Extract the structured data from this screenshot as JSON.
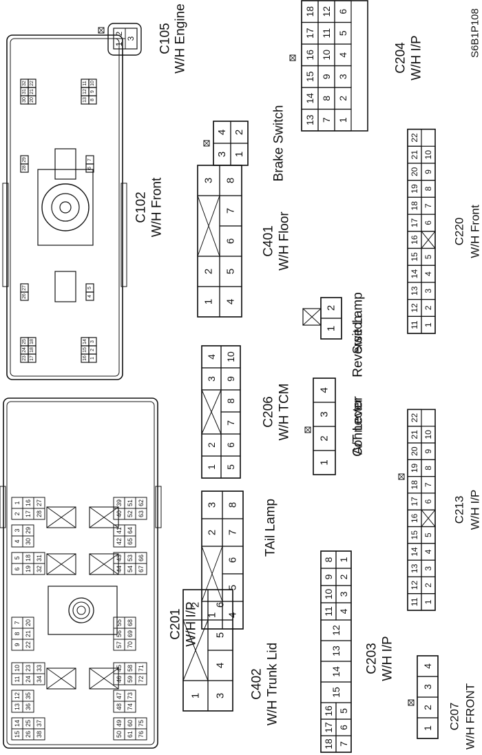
{
  "figure_code": "S6B1P108",
  "connectors": [
    {
      "id": "c105",
      "name": "C105",
      "desc": "W/H Engine",
      "pins": [
        "1",
        "2",
        "3"
      ]
    },
    {
      "id": "c204",
      "name": "C204",
      "desc": "W/H I/P",
      "pins": [
        "1",
        "2",
        "3",
        "4",
        "5",
        "6",
        "7",
        "8",
        "9",
        "10",
        "11",
        "12",
        "13",
        "14",
        "15",
        "16",
        "17",
        "18"
      ]
    },
    {
      "id": "brake",
      "name": "",
      "desc": "Brake Switch",
      "pins": [
        "1",
        "2",
        "3",
        "4"
      ]
    },
    {
      "id": "c102",
      "name": "C102",
      "desc": "W/H Front",
      "pins": [
        "1",
        "2",
        "3",
        "4",
        "5",
        "6",
        "7",
        "8",
        "9",
        "10",
        "11",
        "12",
        "13",
        "14",
        "15",
        "16",
        "17",
        "18",
        "20",
        "21",
        "22",
        "23",
        "24",
        "25",
        "26",
        "27",
        "28",
        "29",
        "30",
        "31",
        "32"
      ]
    },
    {
      "id": "c401",
      "name": "C401",
      "desc": "W/H Floor",
      "pins": [
        "1",
        "2",
        "3",
        "4",
        "5",
        "6",
        "7",
        "8"
      ]
    },
    {
      "id": "c220",
      "name": "C220",
      "desc": "W/H Front",
      "pins": [
        "1",
        "2",
        "3",
        "4",
        "5",
        "6",
        "7",
        "8",
        "9",
        "10",
        "11",
        "12",
        "13",
        "14",
        "15",
        "16",
        "17",
        "18",
        "19",
        "20",
        "21",
        "22"
      ]
    },
    {
      "id": "revlamp",
      "name": "",
      "desc": "Reverse Lamp",
      "desc2": "Switch",
      "pins": [
        "1",
        "2"
      ]
    },
    {
      "id": "c206",
      "name": "C206",
      "desc": "W/H TCM",
      "pins": [
        "1",
        "2",
        "3",
        "4",
        "5",
        "6",
        "7",
        "8",
        "9",
        "10"
      ]
    },
    {
      "id": "atlever",
      "name": "",
      "desc": "A/T Lever",
      "desc2": "Connector",
      "pins": [
        "1",
        "2",
        "3",
        "4"
      ]
    },
    {
      "id": "c213",
      "name": "C213",
      "desc": "W/H I/P",
      "pins": [
        "1",
        "2",
        "3",
        "4",
        "5",
        "6",
        "7",
        "8",
        "9",
        "10",
        "11",
        "12",
        "13",
        "14",
        "15",
        "16",
        "17",
        "18",
        "19",
        "20",
        "21",
        "22"
      ]
    },
    {
      "id": "c201",
      "name": "C201",
      "desc": "W/H I/P",
      "pins": [
        "1",
        "2",
        "3",
        "4",
        "5",
        "6",
        "7",
        "8",
        "9",
        "10",
        "11",
        "12",
        "13",
        "14",
        "15",
        "16",
        "17",
        "18",
        "19",
        "20",
        "21",
        "22",
        "23",
        "24",
        "25",
        "26",
        "27",
        "28",
        "29",
        "30",
        "31",
        "32",
        "33",
        "34",
        "35",
        "36",
        "37",
        "38",
        "39",
        "40",
        "41",
        "42",
        "43",
        "44",
        "45",
        "46",
        "47",
        "48",
        "49",
        "50",
        "51",
        "52",
        "53",
        "54",
        "55",
        "56",
        "57",
        "58",
        "59",
        "60",
        "61",
        "62",
        "63",
        "64",
        "65",
        "66",
        "67",
        "68",
        "69",
        "70",
        "71",
        "72",
        "73",
        "74",
        "75",
        "76"
      ]
    },
    {
      "id": "taillamp",
      "name": "",
      "desc": "TAil Lamp",
      "pins": [
        "1",
        "2",
        "3",
        "4",
        "5",
        "6",
        "7",
        "8"
      ]
    },
    {
      "id": "c203",
      "name": "C203",
      "desc": "W/H I/P",
      "pins": [
        "1",
        "2",
        "3",
        "4",
        "5",
        "6",
        "7",
        "8",
        "9",
        "10",
        "11",
        "12",
        "13",
        "14",
        "15",
        "16",
        "17",
        "18"
      ]
    },
    {
      "id": "c402",
      "name": "C402",
      "desc": "W/H Trunk Lid",
      "pins": [
        "1",
        "2",
        "3",
        "4",
        "5",
        "6"
      ]
    },
    {
      "id": "c207",
      "name": "C207",
      "desc": "W/H FRONT",
      "pins": [
        "1",
        "2",
        "3",
        "4"
      ]
    }
  ]
}
